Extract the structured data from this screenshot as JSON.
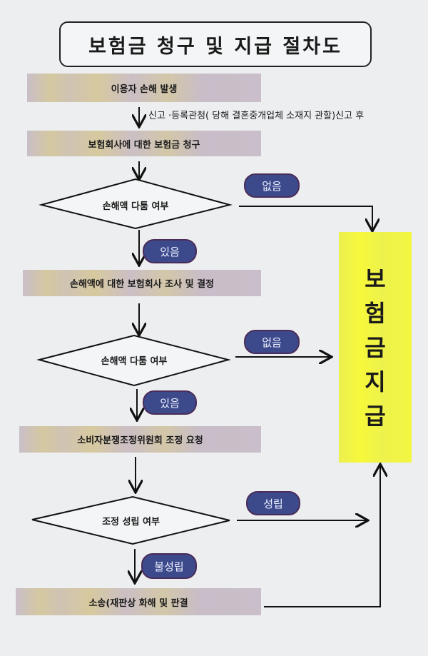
{
  "title": "보험금 청구 및 지급 절차도",
  "steps": [
    "이용자 손해 발생",
    "보험회사에 대한 보험금 청구",
    "손해액에 대한 보험회사 조사 및 결정",
    "소비자분쟁조정위원회 조정 요청",
    "소송(재판상 화해 및 판결"
  ],
  "note": "신고 ·등록관청( 당해 결혼중개업체 소재지 관할)신고 후",
  "decisions": [
    "손해액 다툼 여부",
    "손해액 다툼 여부",
    "조정 성립 여부"
  ],
  "labels": {
    "no1": "없음",
    "yes1": "있음",
    "no2": "없음",
    "yes2": "있음",
    "ok": "성립",
    "fail": "불성립"
  },
  "final": [
    "보",
    "험",
    "금",
    "지",
    "급"
  ]
}
